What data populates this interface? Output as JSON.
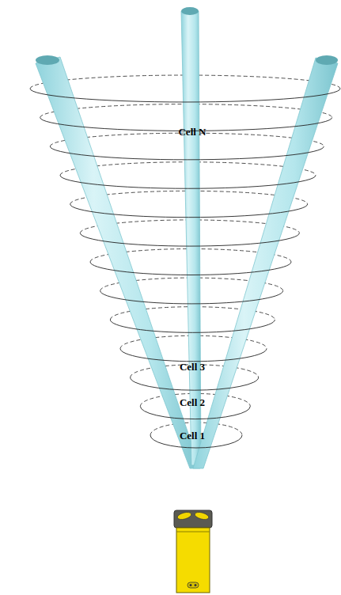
{
  "diagram": {
    "labels": [
      "Cell N",
      "Cell 3",
      "Cell 2",
      "Cell 1"
    ]
  }
}
